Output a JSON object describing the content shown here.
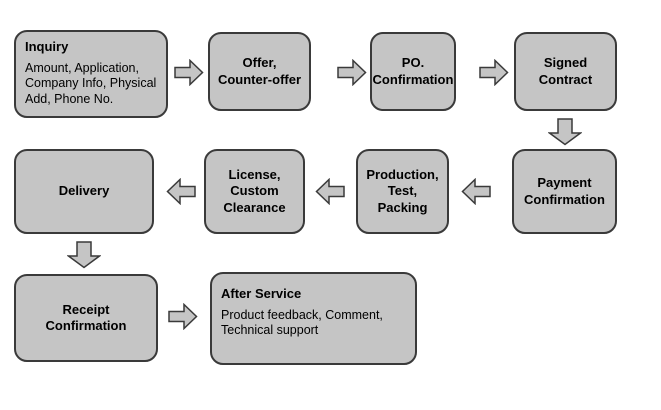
{
  "flowchart": {
    "colors": {
      "background": "#ffffff",
      "box_fill": "#c5c5c5",
      "box_border": "#3a3a3a",
      "text": "#000000"
    },
    "nodes": {
      "inquiry": {
        "title": "Inquiry",
        "body": "Amount, Application, Company Info, Physical Add, Phone No."
      },
      "offer": {
        "label": "Offer,\nCounter-offer"
      },
      "po": {
        "label": "PO.\nConfirmation"
      },
      "signed": {
        "label": "Signed\nContract"
      },
      "payment": {
        "label": "Payment\nConfirmation"
      },
      "production": {
        "label": "Production,\nTest,\nPacking"
      },
      "license": {
        "label": "License,\nCustom\nClearance"
      },
      "delivery": {
        "label": "Delivery"
      },
      "receipt": {
        "label": "Receipt\nConfirmation"
      },
      "after_service": {
        "title": "After Service",
        "body": "Product feedback, Comment, Technical support"
      }
    },
    "sequence": [
      "Inquiry",
      "Offer, Counter-offer",
      "PO. Confirmation",
      "Signed Contract",
      "Payment Confirmation",
      "Production, Test, Packing",
      "License, Custom Clearance",
      "Delivery",
      "Receipt Confirmation",
      "After Service"
    ]
  }
}
